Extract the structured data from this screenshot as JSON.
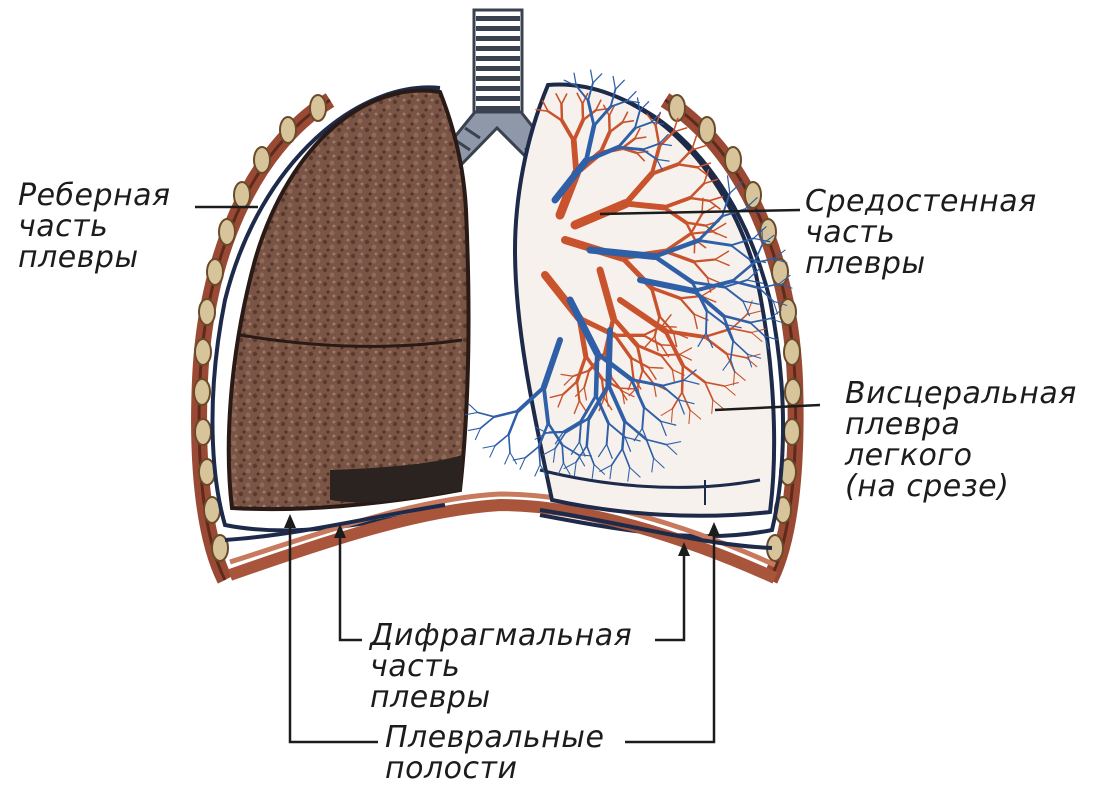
{
  "labels": {
    "costal": [
      "Реберная",
      "часть",
      "плевры"
    ],
    "mediastinal": [
      "Средостенная",
      "часть",
      "плевры"
    ],
    "visceral": [
      "Висцеральная",
      "плевра",
      "легкого",
      "(на  срезе)"
    ],
    "diaphragmatic": [
      "Дифрагмальная",
      "часть",
      "плевры"
    ],
    "cavities": [
      "Плевральные",
      "полости"
    ]
  },
  "colors": {
    "lung_surface": "#6e4a3d",
    "pleura_line": "#1d2a4a",
    "rib": "#d8c49a",
    "chest_wall": "#9a4a34",
    "artery": "#c8532c",
    "vein": "#2f5fa6",
    "trachea_ring": "#3a4250"
  }
}
